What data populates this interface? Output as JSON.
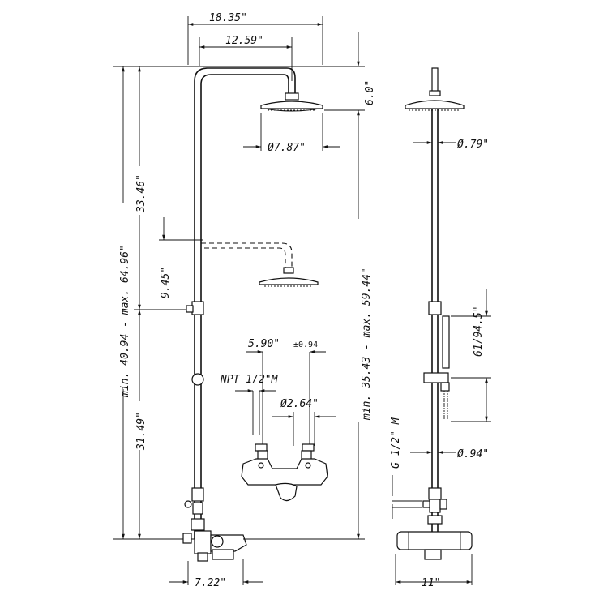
{
  "dimensions": {
    "top_width": "18.35\"",
    "arm_width": "12.59\"",
    "head_drop": "6.0\"",
    "head_diameter": "Ø7.87\"",
    "height_range_left": "min. 40.94 - max. 64.96\"",
    "upper_pipe": "33.46\"",
    "slide_offset": "9.45\"",
    "lower_pipe": "31.49\"",
    "centers": "5.90\"",
    "centers_tol": "±0.94",
    "npt": "NPT 1/2\"M",
    "inlet_diameter": "Ø2.64\"",
    "spout_projection": "7.22\"",
    "height_range_right": "min. 35.43 - max. 59.44\"",
    "pipe_diameter": "Ø.79\"",
    "hose_length": "61/94.5\"",
    "connection": "G 1/2\" M",
    "lower_pipe_diameter": "Ø.94\"",
    "base_width": "11\""
  }
}
